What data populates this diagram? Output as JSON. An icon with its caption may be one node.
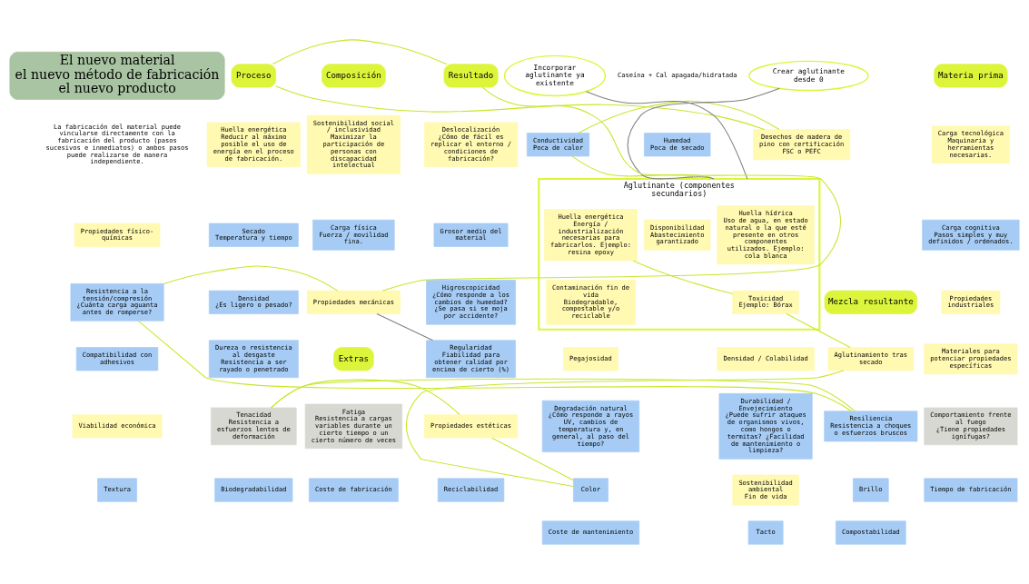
{
  "diagram": {
    "nodes": [
      {
        "text": [
          "El nuevo material",
          "el nuevo método de fabricación",
          "el nuevo producto"
        ]
      },
      {
        "text": [
          "Composición"
        ]
      },
      {
        "text": [
          "Materia prima"
        ]
      },
      {
        "text": [
          "Desechos de madera de pino con certificación FSC o PEFC"
        ]
      },
      {
        "text": [
          "Conductividad",
          "Poca de calor"
        ]
      },
      {
        "text": [
          "Humedad",
          "Poca de secado"
        ]
      },
      {
        "text": [
          "Aglutinante (componentes secundarios)"
        ]
      },
      {
        "text": [
          "Huella hídrica",
          "Uso de agua, en estado natural o la que esté presente en otros componentes utilizados. Ejemplo: cola blanca"
        ],
        "in": 6
      },
      {
        "text": [
          "Huella energética",
          "Energía / industrialización necesarias para fabricarlos. Ejemplo: resina epoxy"
        ],
        "in": 6
      },
      {
        "text": [
          "Disponibilidad",
          "Abastecimiento garantizado"
        ],
        "in": 6
      },
      {
        "text": [
          "Toxicidad",
          "Ejemplo: Bórax"
        ],
        "in": 6
      },
      {
        "text": [
          "Contaminación fin de vida",
          "Biodegradable, compostable y/o reciclable"
        ],
        "in": 6
      },
      {
        "text": [
          "Mezcla resultante"
        ]
      },
      {
        "text": [
          "Densidad / Colabilidad"
        ]
      },
      {
        "text": [
          "Pegajosidad"
        ]
      },
      {
        "text": [
          "Aglutinamiento tras secado"
        ]
      },
      {
        "text": [
          "Extras"
        ]
      },
      {
        "text": [
          "Materiales para potenciar propiedades específicas"
        ]
      },
      {
        "text": [
          "Crear aglutinante desde 0"
        ]
      },
      {
        "text": [
          "Incorporar aglutinante ya existente"
        ]
      },
      {
        "text": [
          "Proceso"
        ]
      },
      {
        "text": [
          "Sostenibilidad social / inclusividad",
          "Maximizar la participación de personas con discapacidad intelectual"
        ]
      },
      {
        "text": [
          "Carga tecnológica",
          "Maquinaria y herramientas necesarias."
        ]
      },
      {
        "text": [
          "Huella energética",
          "Reducir al máximo posible el uso de energía en el proceso de fabricación."
        ]
      },
      {
        "text": [
          "Deslocalización",
          "¿Cómo de fácil es replicar el entorno / condiciones de fabricación?"
        ]
      },
      {
        "text": [
          "Carga física",
          "Fuerza / movilidad fina."
        ]
      },
      {
        "text": [
          "Carga cognitiva",
          "Pasos simples y muy definidos / ordenados."
        ]
      },
      {
        "text": [
          "Secado",
          "Temperatura y tiempo"
        ]
      },
      {
        "text": [
          "Grosor medio del material"
        ]
      },
      {
        "text": [
          "Resultado"
        ]
      },
      {
        "text": [
          "Propiedades físico-químicas"
        ]
      },
      {
        "text": [
          "Propiedades mecánicas"
        ]
      },
      {
        "text": [
          "Propiedades industriales"
        ]
      },
      {
        "text": [
          "Densidad",
          "¿Es ligero o pesado?"
        ]
      },
      {
        "text": [
          "Higroscopicidad",
          "¿Cómo responde a los cambios de humedad? ¿Se pasa si se moja por accidente?"
        ]
      },
      {
        "text": [
          "Resistencia a la tensión/compresión",
          "¿Cuánta carga aguanta antes de romperse?"
        ]
      },
      {
        "text": [
          "Dureza o resistencia al desgaste",
          "Resistencia a ser rayado o penetrado"
        ]
      },
      {
        "text": [
          "Regularidad",
          "Fiabilidad para obtener calidad por encima de cierto (%)"
        ]
      },
      {
        "text": [
          "Compatibilidad con adhesivos"
        ]
      },
      {
        "text": [
          "Durabilidad / Envejecimiento",
          "¿Puede sufrir ataques de organismos vivos, como hongos o termitas? ¿Facilidad de mantenimiento o limpieza?"
        ]
      },
      {
        "text": [
          "Degradación natural",
          "¿Cómo responde a rayos UV, cambios de temperatura y, en general, al paso del tiempo?"
        ]
      },
      {
        "text": [
          "Resiliencia",
          "Resistencia a choques o esfuerzos bruscos"
        ]
      },
      {
        "text": [
          "Fatiga",
          "Resistencia a cargas variables durante un cierto tiempo o un cierto número de veces"
        ]
      },
      {
        "text": [
          "Comportamiento frente al fuego",
          "¿Tiene propiedades ignífugas?"
        ]
      },
      {
        "text": [
          "Tenacidad",
          "Resistencia a esfuerzos lentos de deformación"
        ]
      },
      {
        "text": [
          "Propiedades estéticas"
        ]
      },
      {
        "text": [
          "Viabilidad económica"
        ]
      },
      {
        "text": [
          "Sostenibilidad ambiental",
          "Fin de vida"
        ]
      },
      {
        "text": [
          "Color"
        ]
      },
      {
        "text": [
          "Brillo"
        ]
      },
      {
        "text": [
          "Coste de fabricación"
        ]
      },
      {
        "text": [
          "Tiempo de fabricación"
        ]
      },
      {
        "text": [
          "Biodegradabilidad"
        ]
      },
      {
        "text": [
          "Reciclabilidad"
        ]
      },
      {
        "text": [
          "Textura"
        ]
      },
      {
        "text": [
          "Tacto"
        ]
      },
      {
        "text": [
          "Coste de mantenimiento"
        ]
      },
      {
        "text": [
          "Compostabilidad"
        ]
      }
    ],
    "edges": [
      {
        "from": 3,
        "to": 20,
        "arrow": "none"
      },
      {
        "from": 20,
        "to": 29,
        "arrow": "none"
      },
      {
        "from": 29,
        "to": 31,
        "arrow": "none"
      },
      {
        "from": 31,
        "to": 35,
        "arrow": "none"
      },
      {
        "from": 35,
        "to": 41,
        "arrow": "none"
      },
      {
        "from": 41,
        "to": 44,
        "arrow": "none"
      },
      {
        "from": 44,
        "to": 45,
        "arrow": "none"
      },
      {
        "from": 45,
        "to": 48,
        "arrow": "none"
      },
      {
        "from": 48,
        "to": 15,
        "arrow": "none"
      },
      {
        "from": 3,
        "to": 4,
        "arrow": "none"
      },
      {
        "from": 4,
        "to": 6,
        "arrow": "none"
      },
      {
        "from": 8,
        "to": 10,
        "arrow": "none"
      },
      {
        "from": 10,
        "to": 15,
        "arrow": "none"
      },
      {
        "from": 31,
        "to": 37,
        "arrow": "none",
        "color": "#808080"
      },
      {
        "from": 18,
        "to": 6,
        "arrow": "none",
        "color": "#808080"
      },
      {
        "from": 19,
        "to": 6,
        "arrow": "none",
        "color": "#808080"
      }
    ],
    "labels": [
      "La fabricación del material puede vincularse directamente con la fabricación del producto (pasos sucesivos e inmediatos) o ambos pasos puede realizarse de manera independiente.",
      "Caseína + Cal apagada/hidratada"
    ]
  }
}
